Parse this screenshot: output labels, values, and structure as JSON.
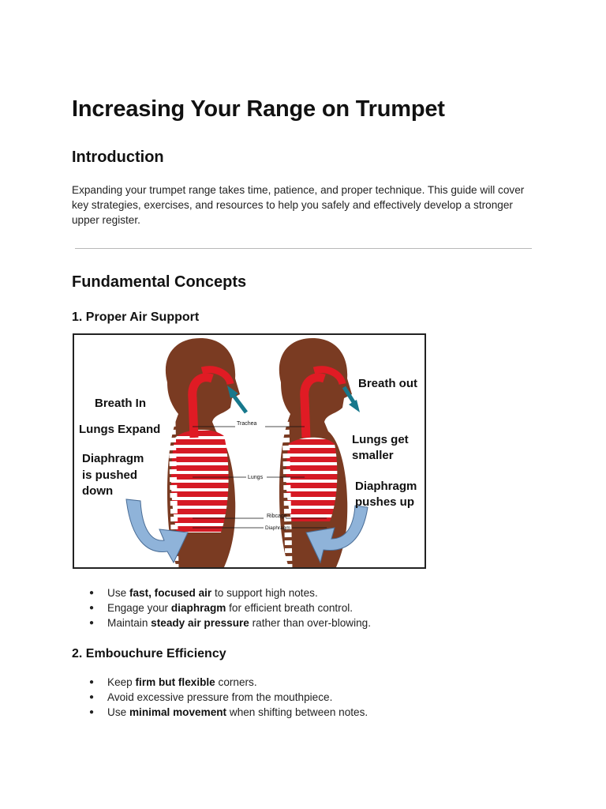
{
  "title": "Increasing Your Range on Trumpet",
  "intro": {
    "heading": "Introduction",
    "text": "Expanding your trumpet range takes time, patience, and proper technique. This guide will cover key strategies, exercises, and resources to help you safely and effectively develop a stronger upper register."
  },
  "fundamentals": {
    "heading": "Fundamental Concepts",
    "air_support": {
      "heading": "1. Proper Air Support",
      "figure": {
        "breath_in": "Breath In",
        "lungs_expand": "Lungs Expand",
        "diaphragm_down_1": "Diaphragm",
        "diaphragm_down_2": "is pushed",
        "diaphragm_down_3": "down",
        "breath_out": "Breath out",
        "lungs_smaller_1": "Lungs get",
        "lungs_smaller_2": "smaller",
        "diaphragm_up_1": "Diaphragm",
        "diaphragm_up_2": "pushes up",
        "trachea": "Trachea",
        "lungs": "Lungs",
        "ribcage": "Ribcage",
        "diaphragm": "Diaphragm"
      },
      "bullets": [
        {
          "pre": "Use ",
          "bold": "fast, focused air",
          "post": " to support high notes."
        },
        {
          "pre": "Engage your ",
          "bold": "diaphragm",
          "post": " for efficient breath control."
        },
        {
          "pre": "Maintain ",
          "bold": "steady air pressure",
          "post": " rather than over-blowing."
        }
      ]
    },
    "embouchure": {
      "heading": "2. Embouchure Efficiency",
      "bullets": [
        {
          "pre": "Keep ",
          "bold": "firm but flexible",
          "post": " corners."
        },
        {
          "pre": "Avoid excessive pressure from the mouthpiece.",
          "bold": "",
          "post": ""
        },
        {
          "pre": "Use ",
          "bold": "minimal movement",
          "post": " when shifting between notes."
        }
      ]
    }
  }
}
